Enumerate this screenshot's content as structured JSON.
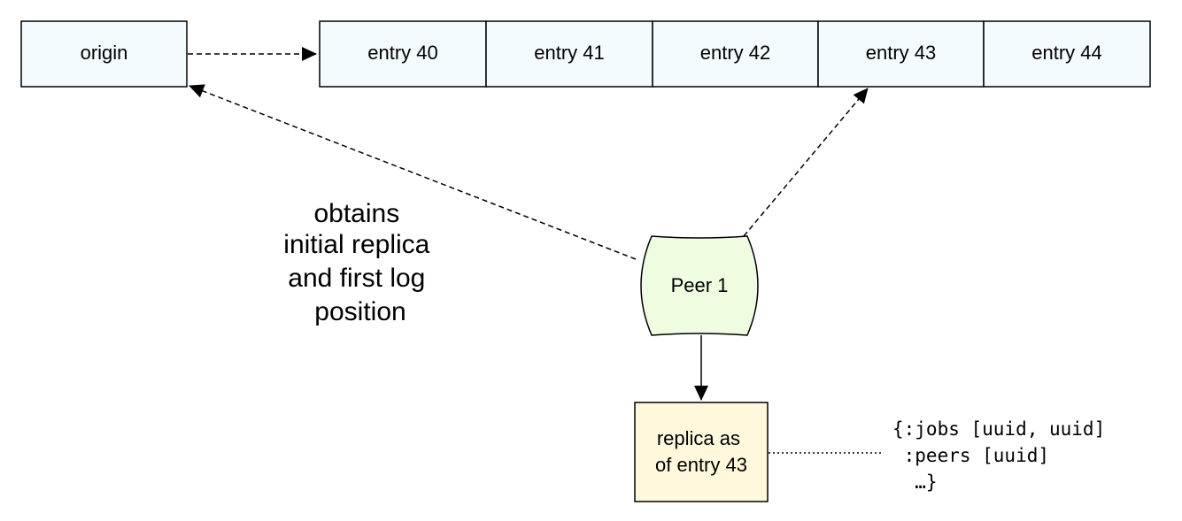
{
  "origin": {
    "label": "origin"
  },
  "log_entries": [
    {
      "label": "entry 40"
    },
    {
      "label": "entry 41"
    },
    {
      "label": "entry 42"
    },
    {
      "label": "entry 43"
    },
    {
      "label": "entry 44"
    }
  ],
  "caption": {
    "lines": [
      "obtains",
      "initial replica",
      "and first log",
      "position"
    ]
  },
  "peer": {
    "label": "Peer 1"
  },
  "replica": {
    "lines": [
      "replica as",
      "of entry 43"
    ]
  },
  "replica_state": {
    "lines": [
      "{:jobs [uuid, uuid]",
      " :peers [uuid]",
      "  …}"
    ]
  },
  "colors": {
    "log_fill": "#f4fbff",
    "peer_fill": "#eefce0",
    "replica_fill": "#fff8dc",
    "stroke": "#000000"
  }
}
